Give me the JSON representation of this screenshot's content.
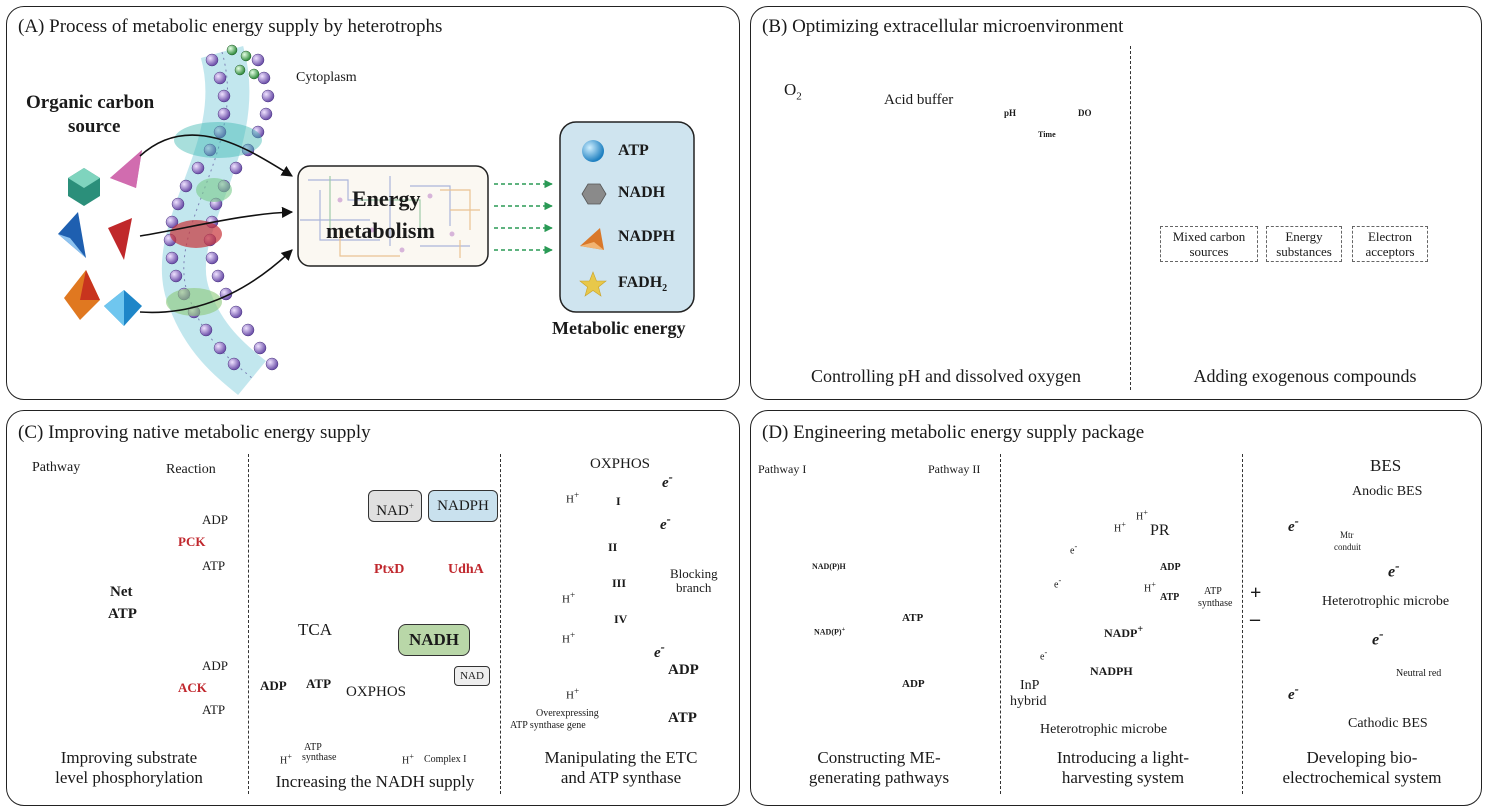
{
  "panelA": {
    "title": "(A) Process of metabolic energy supply by heterotrophs",
    "cytoplasm": "Cytoplasm",
    "carbon_label": [
      "Organic carbon",
      "source"
    ],
    "energy_label": [
      "Energy",
      "metabolism"
    ],
    "legend": [
      {
        "label": "ATP",
        "icon": "blue-sphere-icon",
        "color": "#3aa0d8"
      },
      {
        "label": "NADH",
        "icon": "grey-hexagon-icon",
        "color": "#8a8a8a"
      },
      {
        "label": "NADPH",
        "icon": "orange-cone-icon",
        "color": "#d9782a"
      },
      {
        "label": "FADH",
        "sub": "2",
        "icon": "yellow-star-icon",
        "color": "#e8c84a"
      }
    ],
    "metabolic_energy": "Metabolic energy"
  },
  "panelB": {
    "title": "(B) Optimizing extracellular microenvironment",
    "o2": "O",
    "o2_sub": "2",
    "acid_buffer": "Acid buffer",
    "monitor": {
      "ph": "pH",
      "do": "DO",
      "time": "Time"
    },
    "caption_left": "Controlling pH and dissolved oxygen",
    "caption_right": "Adding exogenous compounds",
    "boxes": [
      [
        "Mixed carbon",
        "sources"
      ],
      [
        "Energy",
        "substances"
      ],
      [
        "Electron",
        "acceptors"
      ]
    ]
  },
  "panelC": {
    "title": "(C) Improving native metabolic energy supply",
    "pathway": "Pathway",
    "reaction": "Reaction",
    "net_atp": [
      "Net",
      "ATP"
    ],
    "adp": "ADP",
    "atp": "ATP",
    "pck": "PCK",
    "ack": "ACK",
    "tca": "TCA",
    "nad_plus": "NAD",
    "nadph": "NADPH",
    "ptxd": "PtxD",
    "udha": "UdhA",
    "nadh": "NADH",
    "nad": "NAD",
    "oxphos": "OXPHOS",
    "atp_synthase": [
      "ATP",
      "synthase"
    ],
    "complex_i": "Complex I",
    "h_plus": "H",
    "complexes": [
      "I",
      "II",
      "III",
      "IV"
    ],
    "blocking": [
      "Blocking",
      "branch"
    ],
    "overexpressing": [
      "Overexpressing",
      "ATP synthase gene"
    ],
    "e_minus": "e",
    "captions": [
      [
        "Improving substrate",
        "level phosphorylation"
      ],
      [
        "Increasing the NADH supply"
      ],
      [
        "Manipulating the ETC",
        "and ATP synthase"
      ]
    ]
  },
  "panelD": {
    "title": "(D) Engineering metabolic energy supply package",
    "pathway_i": "Pathway I",
    "pathway_ii": "Pathway II",
    "nadph_gear": "NAD(P)H",
    "nadp_gear": "NAD(P)",
    "atp": "ATP",
    "adp": "ADP",
    "pr": "PR",
    "h_plus": "H",
    "atp_synthase": [
      "ATP",
      "synthase"
    ],
    "nadp": "NADP",
    "nadph": "NADPH",
    "inp": [
      "InP",
      "hybrid"
    ],
    "heterotrophic_microbe": "Heterotrophic microbe",
    "bes": "BES",
    "anodic": "Anodic BES",
    "cathodic": "Cathodic BES",
    "mtr": [
      "Mtr",
      "conduit"
    ],
    "neutral_red": "Neutral red",
    "e_minus": "e",
    "captions": [
      [
        "Constructing ME-",
        "generating pathways"
      ],
      [
        "Introducing a light-",
        "harvesting system"
      ],
      [
        "Developing bio-",
        "electrochemical system"
      ]
    ]
  }
}
